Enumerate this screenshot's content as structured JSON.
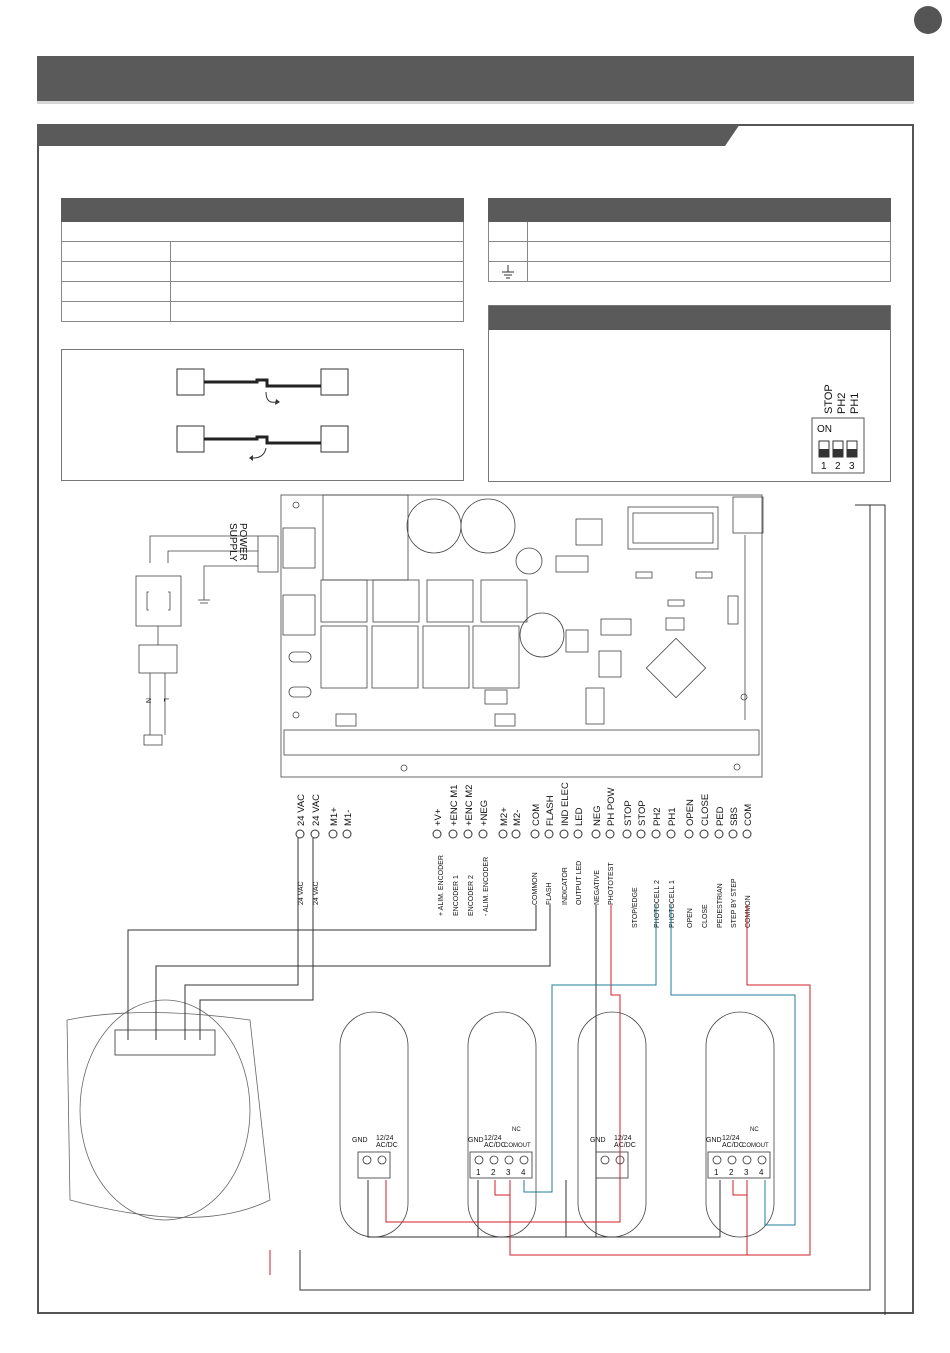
{
  "board_terminal_labels": [
    "24 VAC",
    "24 VAC",
    "M1+",
    "M1-",
    "+V+",
    "+ENC M1",
    "+ENC M2",
    "+NEG",
    "M2+",
    "M2-",
    "COM",
    "FLASH",
    "IND ELEC",
    "LED",
    "NEG",
    "PH POW",
    "STOP",
    "STOP",
    "PH2",
    "PH1",
    "OPEN",
    "CLOSE",
    "PED",
    "SBS",
    "COM"
  ],
  "function_labels": [
    "24 VAC",
    "24 VAC",
    "+ ALIM. ENCODER",
    "ENCODER 1",
    "ENCODER 2",
    "- ALIM. ENCODER",
    "COMMON",
    "FLASH",
    "INDICATOR",
    "OUTPUT LED",
    "NEGATIVE",
    "PHOTOTEST",
    "STOP/EDGE",
    "PHOTOCELL 2",
    "PHOTOCELL 1",
    "OPEN",
    "CLOSE",
    "PEDESTRIAN",
    "STEP BY STEP",
    "COMMON"
  ],
  "power_supply_label": [
    "POWER",
    "SUPPLY"
  ],
  "mains_labels": [
    "N",
    "L"
  ],
  "dip_switch": {
    "labels": [
      "STOP",
      "PH2",
      "PH1"
    ],
    "on_label": "ON",
    "numbers": [
      "1",
      "2",
      "3"
    ]
  },
  "photocell_tx_labels": {
    "gnd": "GND",
    "minus": "-",
    "power": "12/24",
    "acdc": "AC/DC"
  },
  "photocell_rx_labels": {
    "gnd": "GND",
    "minus": "-",
    "power": "12/24",
    "acdc": "AC/DC",
    "com": "COM",
    "out": "OUT",
    "nc": "NC",
    "numbers": [
      "1",
      "2",
      "3",
      "4"
    ]
  },
  "colors": {
    "header": "#5a5a5a",
    "wire_red": "#d11f2a",
    "wire_blue": "#1f7f9a",
    "line": "#333333"
  }
}
